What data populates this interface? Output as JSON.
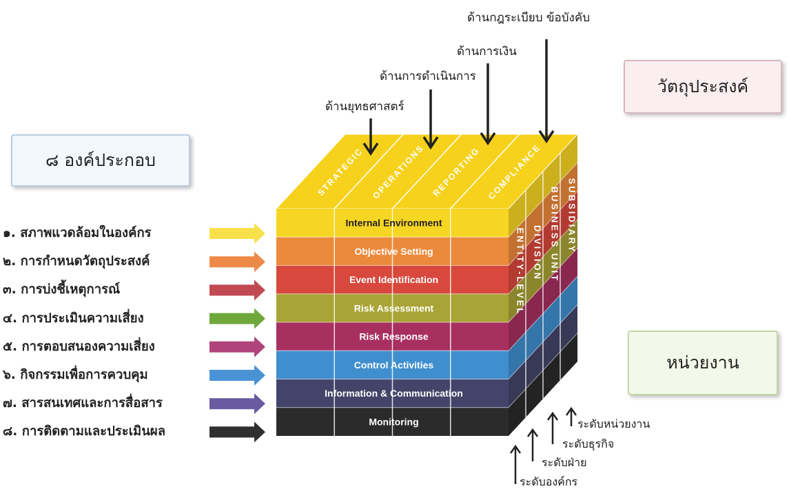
{
  "objectives_box": {
    "label": "วัตถุประสงค์",
    "fill": "#fbeef0",
    "border": "#d7b8bd"
  },
  "components_box": {
    "label": "๘ องค์ประกอบ",
    "fill": "#f3f8fd",
    "border": "#b9cde0"
  },
  "units_box": {
    "label": "หน่วยงาน",
    "fill": "#f3f8e9",
    "border": "#c6d6a6"
  },
  "objective_labels": [
    "ด้านยุทธศาสตร์",
    "ด้านการดำเนินการ",
    "ด้านการเงิน",
    "ด้านกฎระเบียบ ข้อบังคับ"
  ],
  "cube_top": [
    "STRATEGIC",
    "OPERATIONS",
    "REPORTING",
    "COMPLIANCE"
  ],
  "layers": [
    {
      "name": "Internal Environment",
      "color": "#f7d523",
      "text": "#222222"
    },
    {
      "name": "Objective Setting",
      "color": "#ec8a3c",
      "text": "#ffffff"
    },
    {
      "name": "Event Identification",
      "color": "#d8483c",
      "text": "#ffffff"
    },
    {
      "name": "Risk Assessment",
      "color": "#a9a436",
      "text": "#ffffff"
    },
    {
      "name": "Risk Response",
      "color": "#a83060",
      "text": "#ffffff"
    },
    {
      "name": "Control Activities",
      "color": "#3f8fcf",
      "text": "#ffffff"
    },
    {
      "name": "Information & Communication",
      "color": "#44446a",
      "text": "#ffffff"
    },
    {
      "name": "Monitoring",
      "color": "#2b2b2b",
      "text": "#ffffff"
    }
  ],
  "side_labels": [
    "ENTITY-LEVEL",
    "DIVISION",
    "BUSINESS UNIT",
    "SUBSIDIARY"
  ],
  "components": [
    "๑. สภาพแวดล้อมในองค์กร",
    "๒. การกำหนดวัตถุประสงค์",
    "๓. การบ่งชี้เหตุการณ์",
    "๔. การประเมินความเสี่ยง",
    "๕. การตอบสนองความเสี่ยง",
    "๖. กิจกรรมเพื่อการควบคุม",
    "๗. สารสนเทศและการสื่อสาร",
    "๘. การติดตามและประเมินผล"
  ],
  "arrow_colors": [
    "#f7e04a",
    "#ee8a48",
    "#c14a52",
    "#6ea83a",
    "#b0437a",
    "#4a94d6",
    "#6a5aa0",
    "#2f2f2f"
  ],
  "unit_labels": [
    "ระดับหน่วยงาน",
    "ระดับธุรกิจ",
    "ระดับฝ่าย",
    "ระดับองค์กร"
  ]
}
